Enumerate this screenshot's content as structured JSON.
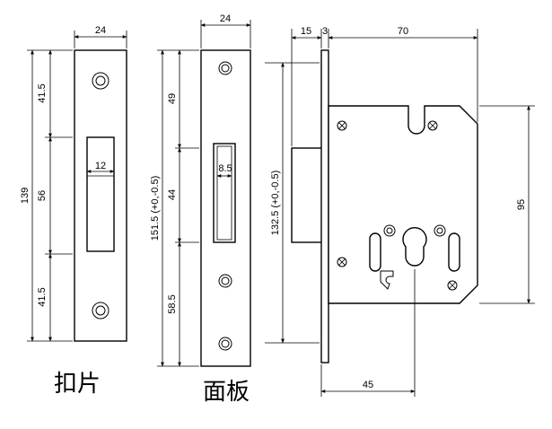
{
  "strike_plate": {
    "caption": "扣片",
    "width": "24",
    "total_height": "139",
    "top": "41.5",
    "middle": "56",
    "bottom": "41.5",
    "opening_width": "12"
  },
  "faceplate": {
    "caption": "面板",
    "width": "24",
    "total_height": "151.5 (+0,-0.5)",
    "top": "49",
    "middle": "44",
    "bottom": "58.5",
    "opening_width": "8.5"
  },
  "lock_body": {
    "front_thickness": "15",
    "plate_thickness": "3",
    "depth": "70",
    "faceplate_height": "132.5 (+0,-0.5)",
    "body_height": "95",
    "backset": "45"
  }
}
